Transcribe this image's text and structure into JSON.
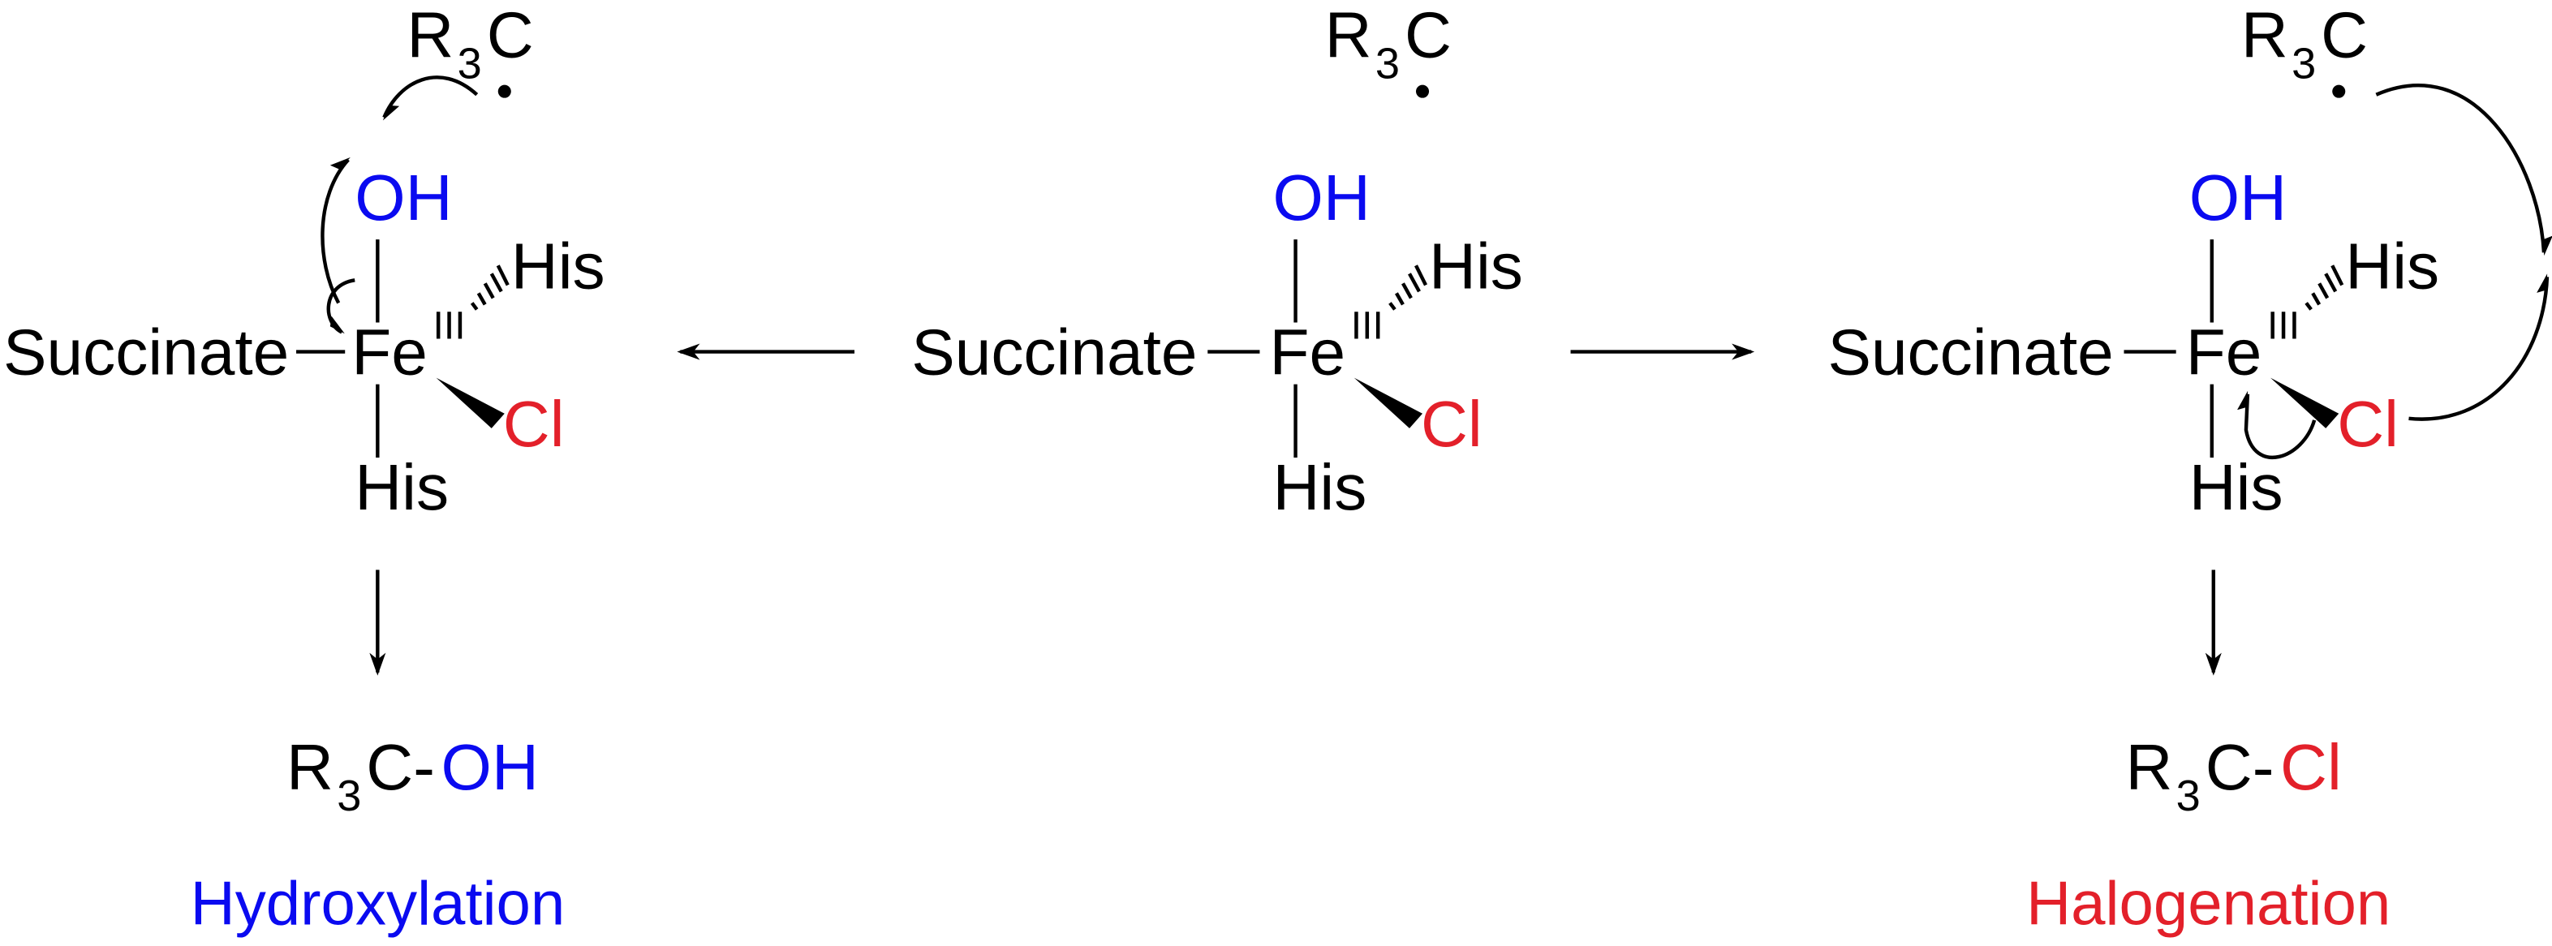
{
  "colors": {
    "hydroxyl": "#0a0af0",
    "chlorine": "#e3202a",
    "default": "#000000"
  },
  "radical": {
    "r": "R",
    "sub": "3",
    "c": "C"
  },
  "complex": {
    "succinate": "Succinate",
    "metal": "Fe",
    "oxidation_state": "III",
    "top_ligand": "OH",
    "his_axial": "His",
    "his_equatorial": "His",
    "halide": "Cl"
  },
  "left_product": {
    "r": "R",
    "sub": "3",
    "c": "C-",
    "group": "OH",
    "label": "Hydroxylation"
  },
  "right_product": {
    "r": "R",
    "sub": "3",
    "c": "C-",
    "group": "Cl",
    "label": "Halogenation"
  }
}
